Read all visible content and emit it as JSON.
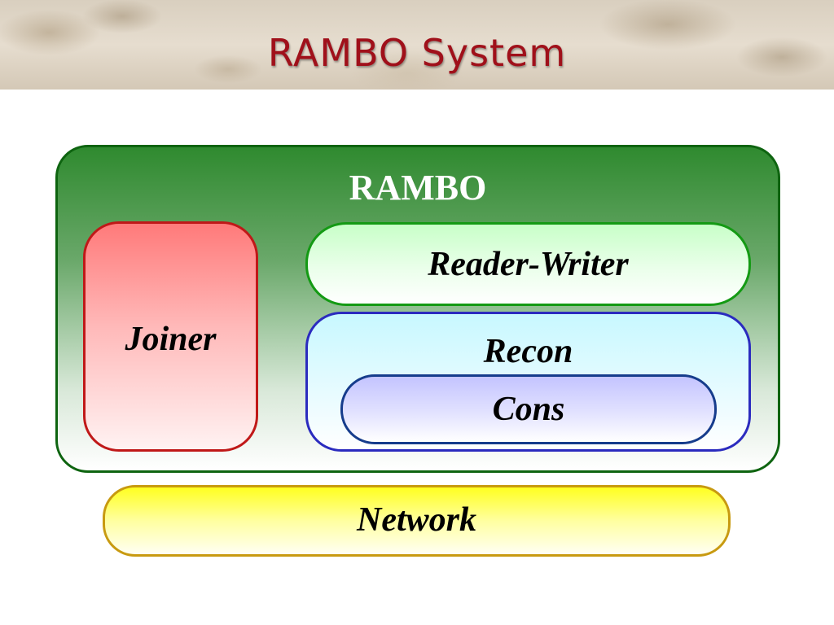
{
  "slide": {
    "title": "RAMBO System"
  },
  "diagram": {
    "outer": {
      "label": "RAMBO"
    },
    "joiner": {
      "label": "Joiner"
    },
    "reader_writer": {
      "label": "Reader-Writer"
    },
    "recon": {
      "label": "Recon"
    },
    "cons": {
      "label": "Cons"
    },
    "network": {
      "label": "Network"
    }
  },
  "colors": {
    "title": "#a0101a",
    "rambo_border": "#0e6410",
    "joiner_border": "#c01818",
    "reader_writer_border": "#149a14",
    "recon_border": "#2b2bbf",
    "cons_border": "#163c8c",
    "network_border": "#c89a10"
  }
}
